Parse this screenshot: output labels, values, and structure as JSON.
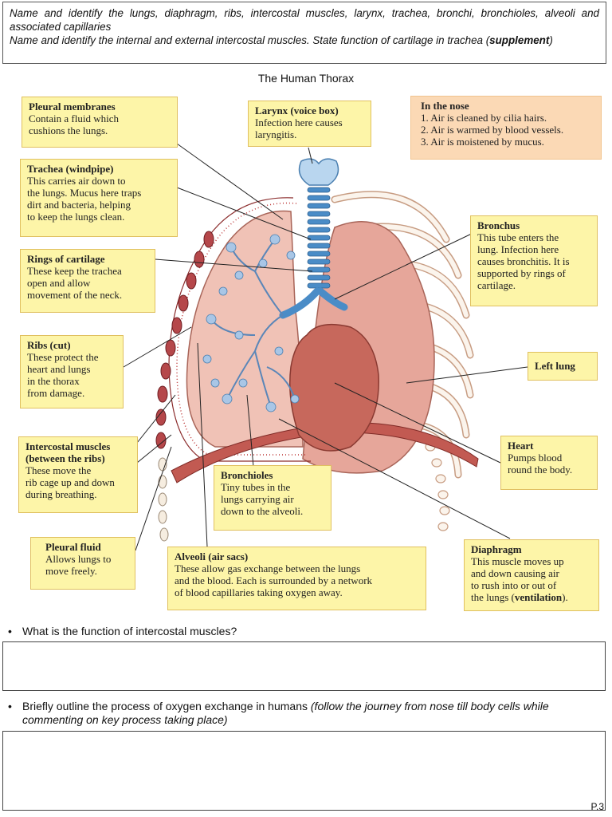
{
  "objectives": {
    "line1": "Name and identify the lungs, diaphragm, ribs, intercostal muscles, larynx, trachea, bronchi, bronchioles, alveoli and associated capillaries",
    "line2_prefix": "Name and identify the internal and external intercostal muscles. State function of cartilage in trachea (",
    "line2_bold": "supplement",
    "line2_suffix": ")"
  },
  "diagram_title": "The Human Thorax",
  "labels": {
    "pleural_membranes": {
      "heading": "Pleural membranes",
      "text": [
        "Contain a fluid which",
        "cushions the lungs."
      ]
    },
    "larynx": {
      "heading": "Larynx (voice box)",
      "text": [
        "Infection here causes",
        "laryngitis."
      ]
    },
    "nose": {
      "heading": "In the nose",
      "text": [
        "1. Air is cleaned by cilia hairs.",
        "2. Air is warmed by blood vessels.",
        "3. Air is moistened by mucus."
      ]
    },
    "trachea": {
      "heading": "Trachea (windpipe)",
      "text": [
        "This carries air down to",
        "the lungs. Mucus here traps",
        "dirt and bacteria, helping",
        "to keep the lungs clean."
      ]
    },
    "bronchus": {
      "heading": "Bronchus",
      "text": [
        "This tube enters the",
        "lung. Infection here",
        "causes bronchitis. It is",
        "supported by rings of",
        "cartilage."
      ]
    },
    "rings": {
      "heading": "Rings of cartilage",
      "text": [
        "These keep the trachea",
        "open and allow",
        "movement of the neck."
      ]
    },
    "ribs": {
      "heading": "Ribs (cut)",
      "text": [
        "These protect the",
        "heart and lungs",
        "in the thorax",
        "from damage."
      ]
    },
    "left_lung": {
      "heading": "Left lung"
    },
    "intercostal": {
      "heading1": "Intercostal muscles",
      "heading2": "(between the ribs)",
      "text": [
        "These move the",
        "rib cage up and down",
        "during breathing."
      ]
    },
    "heart": {
      "heading": "Heart",
      "text": [
        "Pumps blood",
        "round the body."
      ]
    },
    "bronchioles": {
      "heading": "Bronchioles",
      "text": [
        "Tiny tubes in the",
        "lungs carrying air",
        "down to the alveoli."
      ]
    },
    "pleural_fluid": {
      "heading": "Pleural fluid",
      "text": [
        "Allows lungs to",
        "move freely."
      ]
    },
    "alveoli": {
      "heading": "Alveoli (air sacs)",
      "text": [
        "These allow gas exchange between the lungs",
        "and the blood. Each is surrounded by a network",
        "of blood capillaries taking oxygen away."
      ]
    },
    "diaphragm": {
      "heading": "Diaphragm",
      "text": [
        "This muscle moves up",
        "and down causing air",
        "to rush into or out of"
      ],
      "last_prefix": "the lungs (",
      "last_bold": "ventilation",
      "last_suffix": ")."
    }
  },
  "questions": {
    "q1": "What is the function of intercostal muscles?",
    "q2_text": "Briefly outline the process of oxygen exchange in humans ",
    "q2_italic": "(follow the journey from nose till body cells while commenting on key process taking place)",
    "bullet": "•"
  },
  "page_number": "P.3",
  "colors": {
    "label_bg": "#fdf5a8",
    "nose_bg": "#fbd9b5",
    "lung": "#e6a69a",
    "heart": "#c7685c",
    "trachea": "#4a8cc7"
  }
}
